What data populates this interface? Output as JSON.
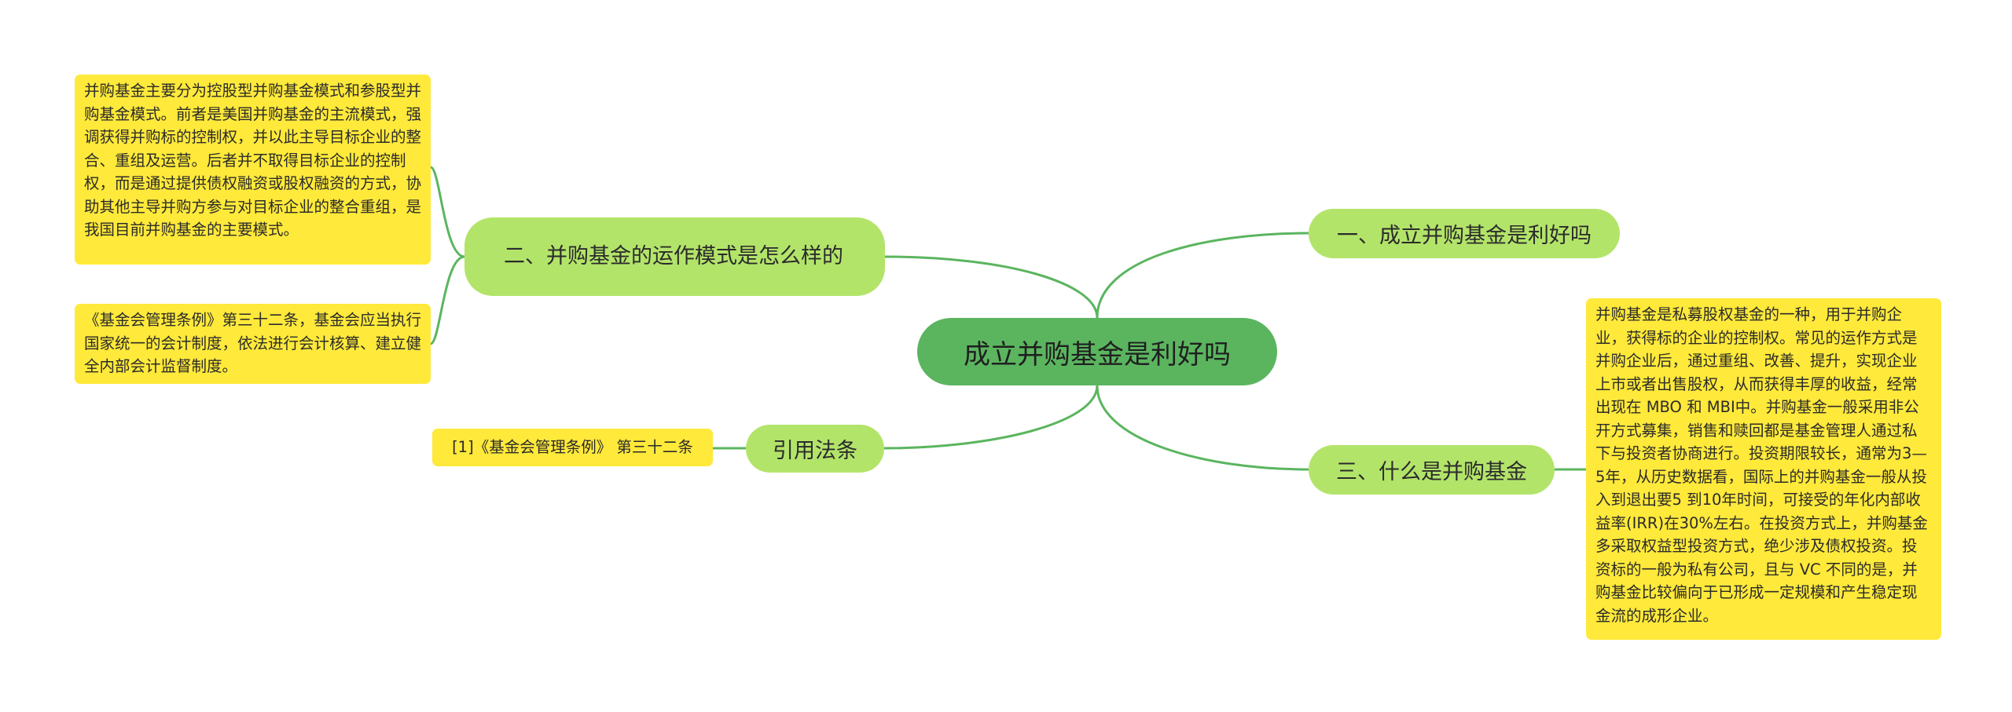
{
  "central": "成立并购基金是利好吗",
  "branches": {
    "b1": "一、成立并购基金是利好吗",
    "b2": "二、并购基金的运作模式是怎么样的",
    "b3": "三、什么是并购基金",
    "b4": "引用法条"
  },
  "leaves": {
    "mode_detail": "并购基金主要分为控股型并购基金模式和参股型并购基金模式。前者是美国并购基金的主流模式，强调获得并购标的控制权，并以此主导目标企业的整合、重组及运营。后者并不取得目标企业的控制权，而是通过提供债权融资或股权融资的方式，协助其他主导并购方参与对目标企业的整合重组，是我国目前并购基金的主要模式。",
    "regulation_note": "《基金会管理条例》第三十二条，基金会应当执行国家统一的会计制度，依法进行会计核算、建立健全内部会计监督制度。",
    "definition": "并购基金是私募股权基金的一种，用于并购企业，获得标的企业的控制权。常见的运作方式是并购企业后，通过重组、改善、提升，实现企业上市或者出售股权，从而获得丰厚的收益，经常出现在 MBO 和 MBI中。并购基金一般采用非公开方式募集，销售和赎回都是基金管理人通过私下与投资者协商进行。投资期限较长，通常为3—5年，从历史数据看，国际上的并购基金一般从投入到退出要5 到10年时间，可接受的年化内部收益率(IRR)在30%左右。在投资方式上，并购基金多采取权益型投资方式，绝少涉及债权投资。投资标的一般为私有公司，且与 VC 不同的是，并购基金比较偏向于已形成一定规模和产生稳定现金流的成形企业。",
    "citation": "[1]《基金会管理条例》 第三十二条"
  },
  "colors": {
    "central": "#5bb55f",
    "branch": "#b3e46a",
    "leaf": "#ffe93a",
    "connector": "#5bb55f"
  }
}
